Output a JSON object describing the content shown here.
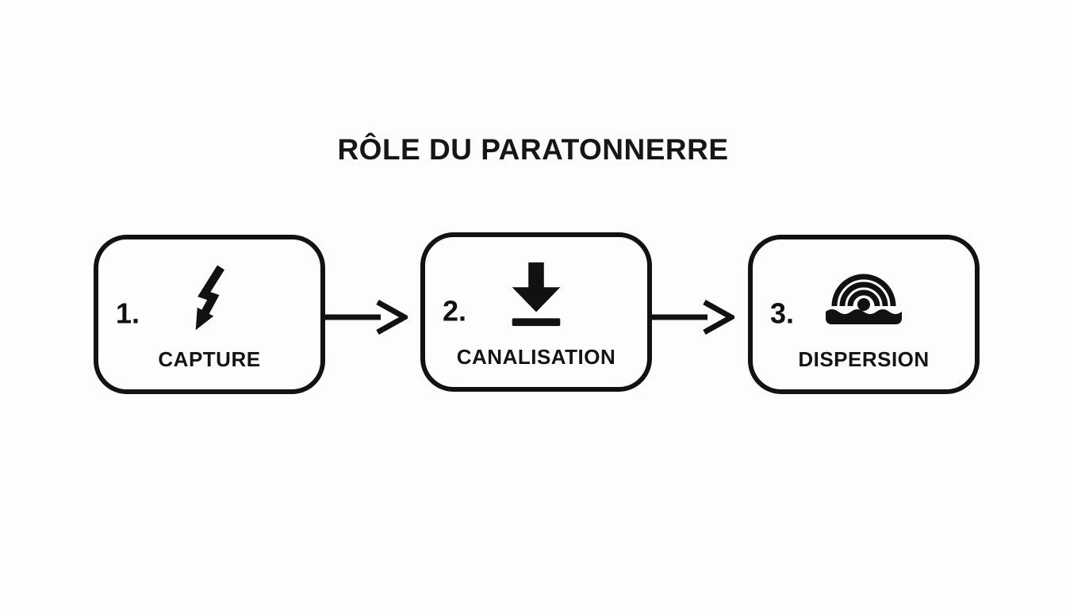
{
  "title": "RÔLE DU PARATONNERRE",
  "steps": [
    {
      "number": "1.",
      "label": "CAPTURE",
      "icon": "lightning-strike-icon"
    },
    {
      "number": "2.",
      "label": "CANALISATION",
      "icon": "down-arrow-to-ground-icon"
    },
    {
      "number": "3.",
      "label": "DISPERSION",
      "icon": "ground-dispersion-waves-icon"
    }
  ],
  "connectors": [
    {
      "from": "CAPTURE",
      "to": "CANALISATION",
      "icon": "right-arrow-icon"
    },
    {
      "from": "CANALISATION",
      "to": "DISPERSION",
      "icon": "right-arrow-icon"
    }
  ],
  "colors": {
    "background": "#FDFDFD",
    "foreground": "#111111"
  }
}
